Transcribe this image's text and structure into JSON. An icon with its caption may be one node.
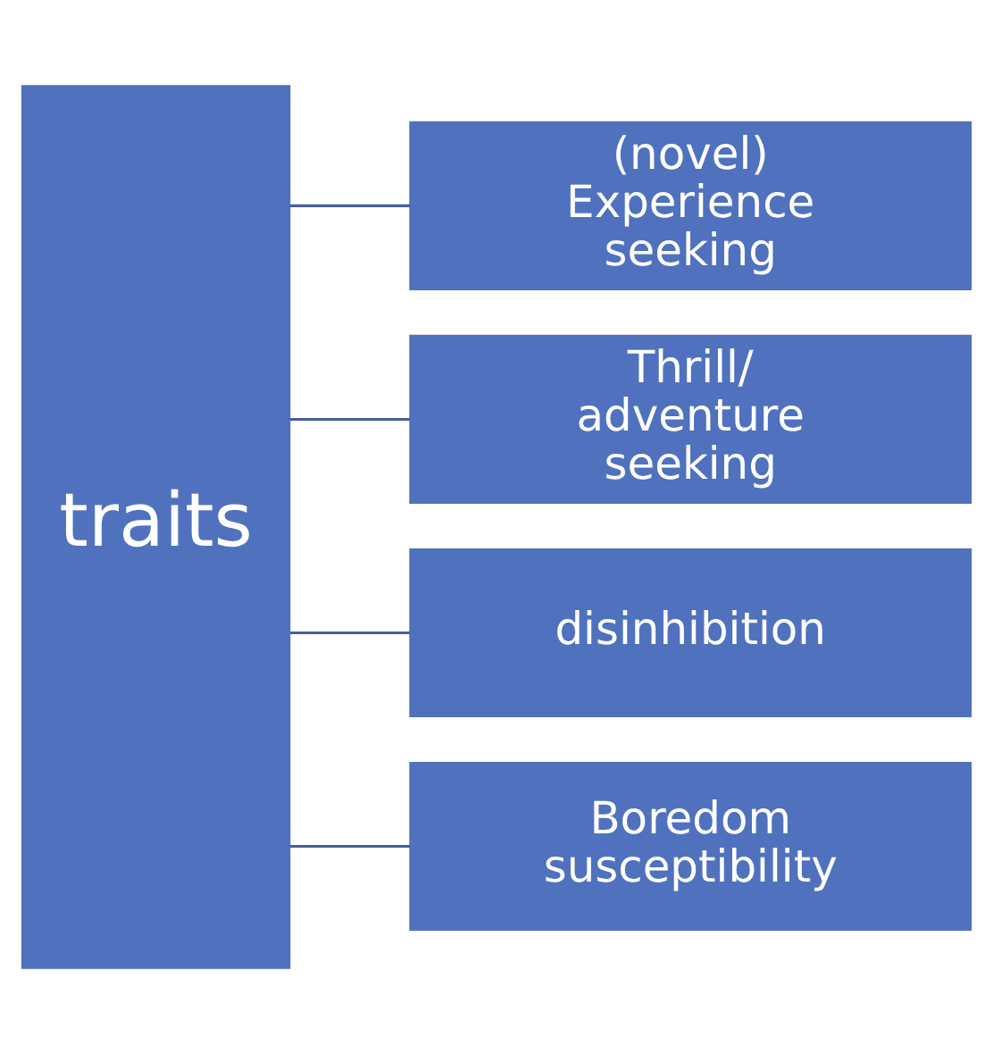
{
  "diagram": {
    "nodes": [
      {
        "text": [
          "traits"
        ]
      },
      {
        "text": [
          "(novel) Experience seeking"
        ]
      },
      {
        "text": [
          "Thrill/ adventure seeking"
        ]
      },
      {
        "text": [
          "disinhibition"
        ]
      },
      {
        "text": [
          "Boredom susceptibility"
        ]
      }
    ],
    "edges": [
      {
        "from": 0,
        "to": 1,
        "arrow": "none"
      },
      {
        "from": 0,
        "to": 2,
        "arrow": "none"
      },
      {
        "from": 0,
        "to": 3,
        "arrow": "none"
      },
      {
        "from": 0,
        "to": 4,
        "arrow": "none"
      }
    ]
  }
}
